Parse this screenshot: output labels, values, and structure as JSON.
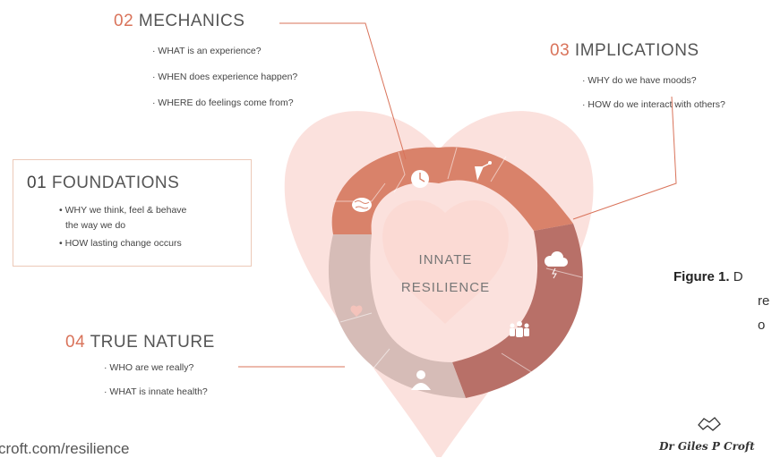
{
  "colors": {
    "heart_bg": "#fbe1dd",
    "inner_heart": "#fbdad4",
    "seg_mechanics": "#d9826a",
    "seg_implications": "#b87068",
    "seg_nature": "#d6bcb7",
    "accent": "#d9735a"
  },
  "center": {
    "line1": "INNATE",
    "line2": "RESILIENCE"
  },
  "sections": {
    "mechanics": {
      "num": "02",
      "title": "MECHANICS",
      "bullets": [
        "· WHAT is an experience?",
        "· WHEN does experience happen?",
        "· WHERE do feelings come from?"
      ]
    },
    "implications": {
      "num": "03",
      "title": "IMPLICATIONS",
      "bullets": [
        "· WHY do we have moods?",
        "· HOW do we interact with others?"
      ]
    },
    "foundations": {
      "num": "01",
      "title": "FOUNDATIONS",
      "bullets": [
        "• WHY we think, feel & behave",
        "the way we do",
        "• HOW lasting change occurs"
      ]
    },
    "true_nature": {
      "num": "04",
      "title": "TRUE NATURE",
      "bullets": [
        "· WHO are we really?",
        "· WHAT is innate health?"
      ]
    }
  },
  "icons": [
    "brain-icon",
    "clock-icon",
    "satellite-dish-icon",
    "storm-cloud-icon",
    "people-icon",
    "person-icon",
    "heart-icon"
  ],
  "caption": {
    "label": "Figure 1.",
    "line1": "D",
    "line2": "re",
    "line3": "o"
  },
  "footer": {
    "url": "croft.com/resilience",
    "signature": "Dr Giles P Croft"
  }
}
